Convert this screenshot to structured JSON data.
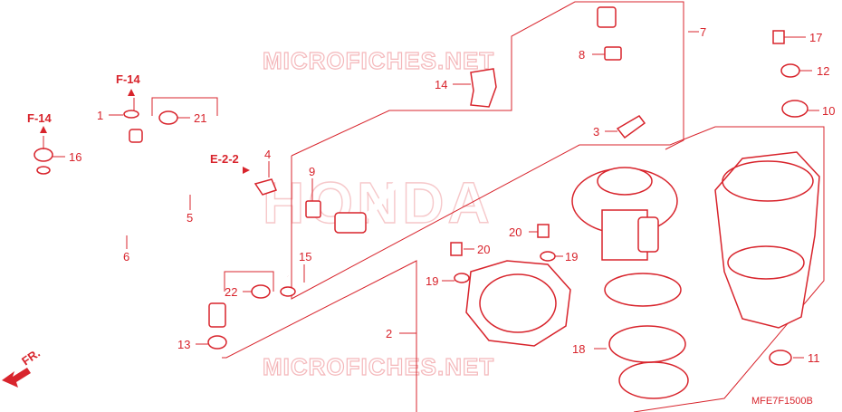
{
  "watermark": {
    "site": "MICROFICHES.NET",
    "brand": "HONDA"
  },
  "diagram_code": "MFE7F1500B",
  "direction_label": "FR.",
  "refs": {
    "f14_top": "F-14",
    "f14_left": "F-14",
    "e22": "E-2-2"
  },
  "callouts": {
    "p1": "1",
    "p2": "2",
    "p3": "3",
    "p4": "4",
    "p5": "5",
    "p6": "6",
    "p7": "7",
    "p8": "8",
    "p9": "9",
    "p10": "10",
    "p11": "11",
    "p12": "12",
    "p13": "13",
    "p14": "14",
    "p15": "15",
    "p16": "16",
    "p17": "17",
    "p18": "18",
    "p19a": "19",
    "p19b": "19",
    "p20a": "20",
    "p20b": "20",
    "p21": "21",
    "p22": "22"
  },
  "colors": {
    "line": "#d8242c",
    "watermark": "#f4b7ba"
  }
}
